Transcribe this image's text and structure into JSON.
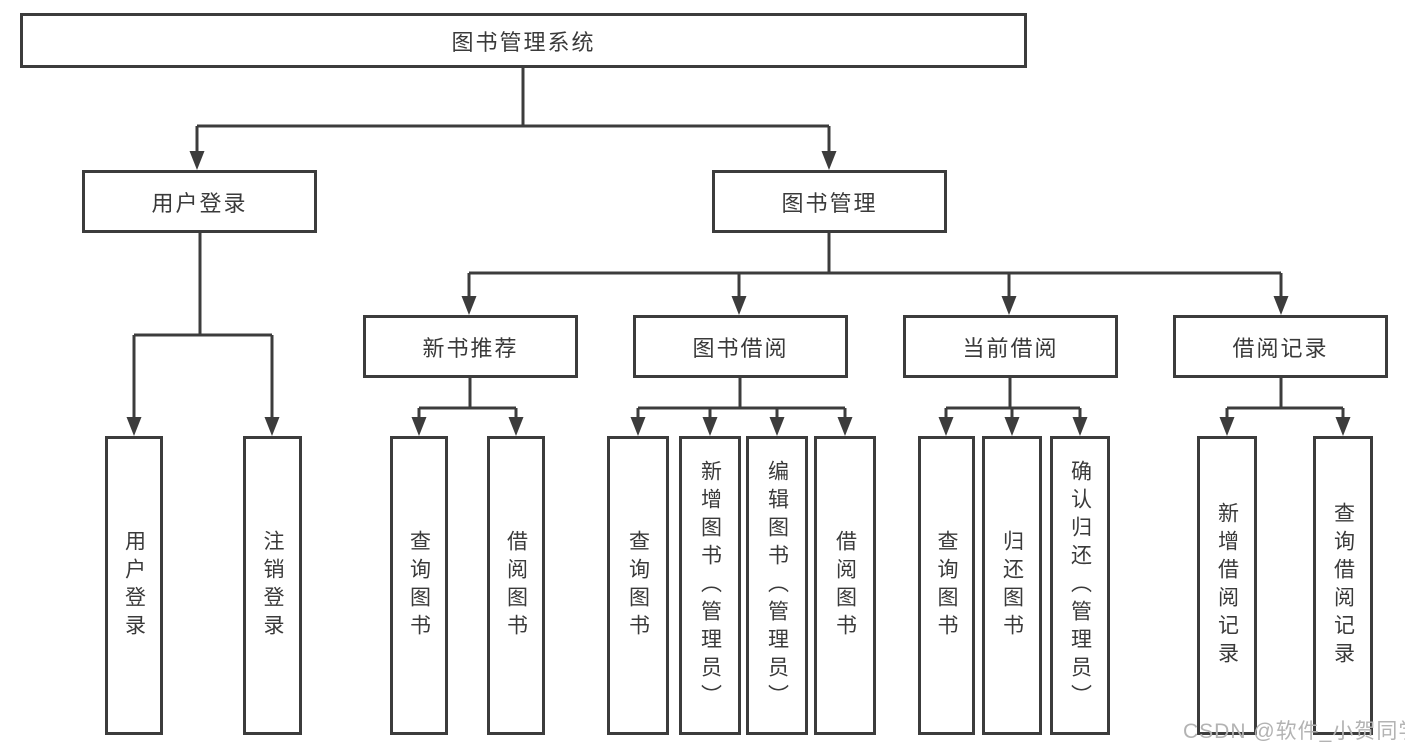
{
  "diagram_title": "图书管理系统",
  "tree": {
    "root": {
      "label": "图书管理系统"
    },
    "branches": [
      {
        "label": "用户登录",
        "children": [
          "用户登录",
          "注销登录"
        ]
      },
      {
        "label": "图书管理",
        "groups": [
          {
            "label": "新书推荐",
            "children": [
              "查询图书",
              "借阅图书"
            ]
          },
          {
            "label": "图书借阅",
            "children": [
              "查询图书",
              "新增图书（管理员）",
              "编辑图书（管理员）",
              "借阅图书"
            ]
          },
          {
            "label": "当前借阅",
            "children": [
              "查询图书",
              "归还图书",
              "确认归还（管理员）"
            ]
          },
          {
            "label": "借阅记录",
            "children": [
              "新增借阅记录",
              "查询借阅记录"
            ]
          }
        ]
      }
    ]
  },
  "watermark": "CSDN @软件_小贺同学",
  "colors": {
    "line": "#3c3c3c",
    "text": "#3a3a3a",
    "background": "#ffffff",
    "watermark": "#b3b3b3"
  }
}
